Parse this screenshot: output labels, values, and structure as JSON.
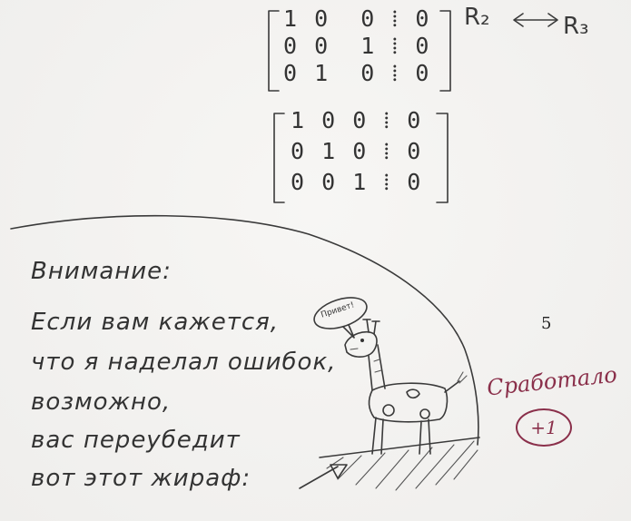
{
  "matrix1": {
    "rows": [
      "1 0  0 ⁞ 0",
      "0 0  1 ⁞ 0",
      "0 1  0 ⁞ 0"
    ],
    "operation": {
      "left": "R₂",
      "right": "R₃"
    }
  },
  "matrix2": {
    "rows": [
      "1 0 0 ⁞ 0",
      "0 1 0 ⁞ 0",
      "0 0 1 ⁞ 0"
    ]
  },
  "note": {
    "lines": [
      "Внимание:",
      "Если вам кажется,",
      "что я наделал ошибок,",
      "возможно,",
      "вас переубедит",
      "вот этот жираф:"
    ]
  },
  "giraffe": {
    "speech": "Привет!"
  },
  "page_number": "5",
  "grade": {
    "text": "Сработало",
    "mark": "+1",
    "color": "#8a2f4a"
  }
}
